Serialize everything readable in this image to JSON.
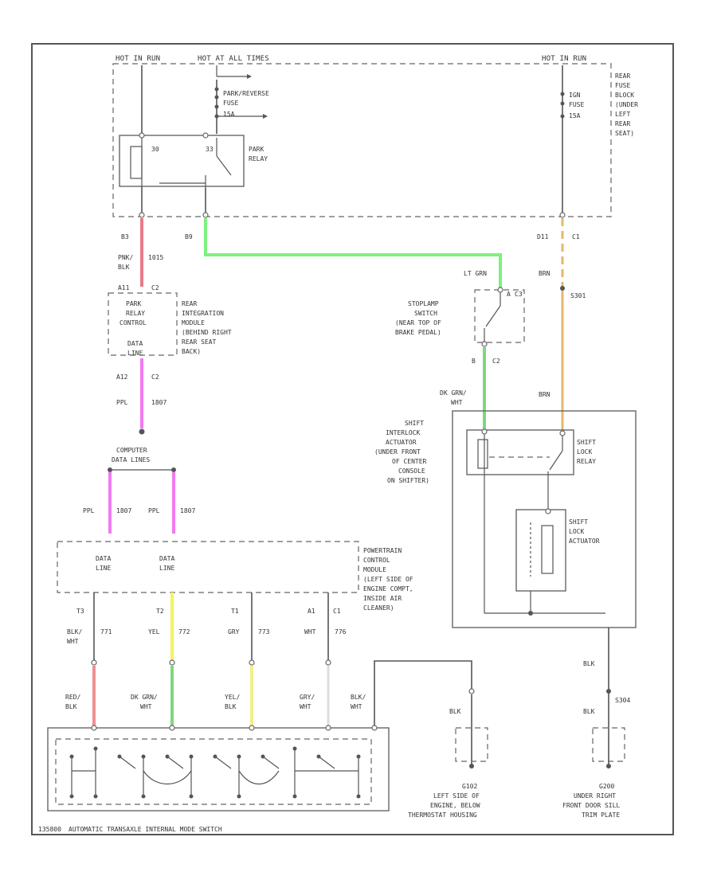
{
  "labels": {
    "hot_run_tl": "HOT IN RUN",
    "hot_all_times": "HOT AT ALL TIMES",
    "hot_run_tr": "HOT IN RUN",
    "park_reverse_fuse": [
      "PARK/REVERSE",
      "FUSE",
      "15A"
    ],
    "ignition_fuse": [
      "IGN",
      "FUSE",
      "15A"
    ],
    "park_relay": [
      "PARK",
      "RELAY"
    ],
    "rear_fuse_block": [
      "REAR",
      "FUSE",
      "BLOCK",
      "(UNDER",
      "LEFT",
      "REAR",
      "SEAT)"
    ],
    "park_relay_control": [
      "PARK",
      "RELAY",
      "CONTROL"
    ],
    "data_line": [
      "DATA",
      "LINE"
    ],
    "rear_integration_module": [
      "REAR",
      "INTEGRATION",
      "MODULE",
      "(BEHIND RIGHT",
      "REAR SEAT",
      "BACK)"
    ],
    "stoplamp_switch": [
      "STOPLAMP",
      "SWITCH",
      "(NEAR TOP OF",
      "BRAKE PEDAL)"
    ],
    "shift_interlock": [
      "SHIFT",
      "INTERLOCK",
      "ACTUATOR",
      "(UNDER FRONT",
      "OF CENTER",
      "CONSOLE",
      "ON SHIFTER)"
    ],
    "shift_lock_relay": [
      "SHIFT",
      "LOCK",
      "RELAY"
    ],
    "shift_lock_actuator": [
      "SHIFT",
      "LOCK",
      "ACTUATOR"
    ],
    "computer_data_lines": [
      "COMPUTER",
      "DATA LINES"
    ],
    "powertrain_module": [
      "POWERTRAIN",
      "CONTROL",
      "MODULE",
      "(LEFT SIDE OF",
      "ENGINE COMPT,",
      "INSIDE AIR",
      "CLEANER)"
    ],
    "ground_g102": [
      "G102",
      "LEFT SIDE OF",
      "ENGINE, BELOW",
      "THERMOSTAT HOUSING"
    ],
    "ground_g200": [
      "G200",
      "UNDER RIGHT",
      "FRONT DOOR SILL",
      "TRIM PLATE"
    ],
    "trans_switch": "AUTOMATIC TRANSAXLE INTERNAL MODE SWITCH",
    "footer_id": "135800"
  },
  "wires": {
    "park_relay_ctl": [
      "PNK/",
      "BLK",
      "1015"
    ],
    "lt_grn": "LT GRN",
    "dk_grn_wht": [
      "DK GRN/",
      "WHT"
    ],
    "brn_top": "BRN",
    "brn_bot": "BRN",
    "ppl_top": [
      "PPL",
      "1807"
    ],
    "ppl_left": [
      "PPL",
      "1807"
    ],
    "ppl_right": [
      "PPL",
      "1807"
    ],
    "blk_wht": [
      "BLK/",
      "WHT",
      "771"
    ],
    "yel_772": [
      "YEL",
      "772"
    ],
    "gry_773": [
      "GRY",
      "773"
    ],
    "wht_776": [
      "WHT",
      "776"
    ],
    "red_blk": [
      "RED/",
      "BLK"
    ],
    "dk_grn_wht2": [
      "DK GRN/",
      "WHT"
    ],
    "yel_blk": [
      "YEL/",
      "BLK"
    ],
    "gry_wht": [
      "GRY/",
      "WHT"
    ],
    "blk_wht_gnd": [
      "BLK/",
      "WHT"
    ],
    "blk_g102": "BLK",
    "blk_g200a": "BLK",
    "blk_g200b": "BLK"
  },
  "pins": {
    "b3": "B3",
    "b9": "B9",
    "d11": "D11",
    "c1": "C1",
    "a11": "A11",
    "c2a": "C2",
    "a12": "A12",
    "c2b": "C2",
    "pin_a": "A",
    "c3": "C3",
    "pin_b": "B",
    "c2c": "C2",
    "s301": "S301",
    "s304": "S304",
    "t3": "T3",
    "t2": "T2",
    "t1": "T1",
    "a1": "A1",
    "c1b": "C1",
    "pin_30": "30",
    "pin_33": "33"
  },
  "wire_colors": {
    "pnk_blk": "#e87a8a",
    "lt_grn": "#7ff07f",
    "brn": "#e3b86a",
    "ppl": "#f27af2",
    "dk_grn": "#7fd67f",
    "red": "#f09090",
    "yel": "#f4f45c",
    "yel_blk": "#eef08a",
    "gry": "#cccccc",
    "wht": "#e2e2e2",
    "blk": "#555555"
  }
}
